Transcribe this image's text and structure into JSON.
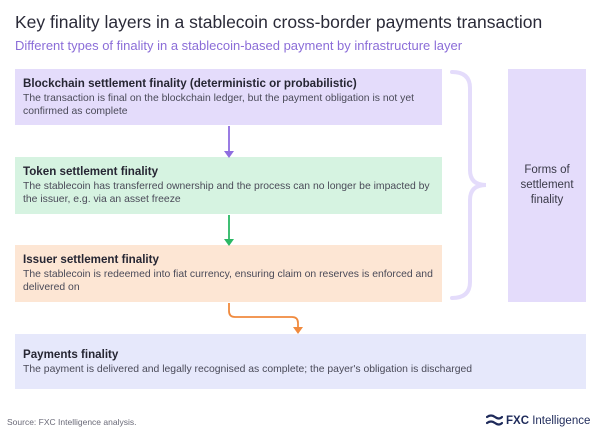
{
  "header": {
    "title": "Key finality layers in a stablecoin cross-border payments transaction",
    "subtitle": "Different types of finality in a stablecoin-based payment by infrastructure layer"
  },
  "layers": [
    {
      "title": "Blockchain settlement finality (deterministic or probabilistic)",
      "description": "The transaction is final on the blockchain ledger, but the payment obligation is not yet confirmed as complete",
      "color": "#e4dcfb"
    },
    {
      "title": "Token settlement finality",
      "description": "The stablecoin has transferred ownership and the process can no longer be impacted by the issuer, e.g. via an asset freeze",
      "color": "#d6f3e1"
    },
    {
      "title": "Issuer settlement finality",
      "description": "The stablecoin is redeemed into fiat currency, ensuring claim on reserves is enforced and delivered on",
      "color": "#fde6d4"
    },
    {
      "title": "Payments finality",
      "description": "The payment is delivered and legally recognised as complete; the payer's obligation is discharged",
      "color": "#e6e8fb"
    }
  ],
  "side_panel": {
    "label": "Forms of settlement finality",
    "color": "#e4dcfb"
  },
  "arrow_colors": {
    "purple": "#8f6ee0",
    "green": "#2bb865",
    "orange": "#f08a3e"
  },
  "footer": {
    "source": "Source: FXC Intelligence analysis.",
    "logo_bold": "FXC",
    "logo_rest": " Intelligence"
  }
}
